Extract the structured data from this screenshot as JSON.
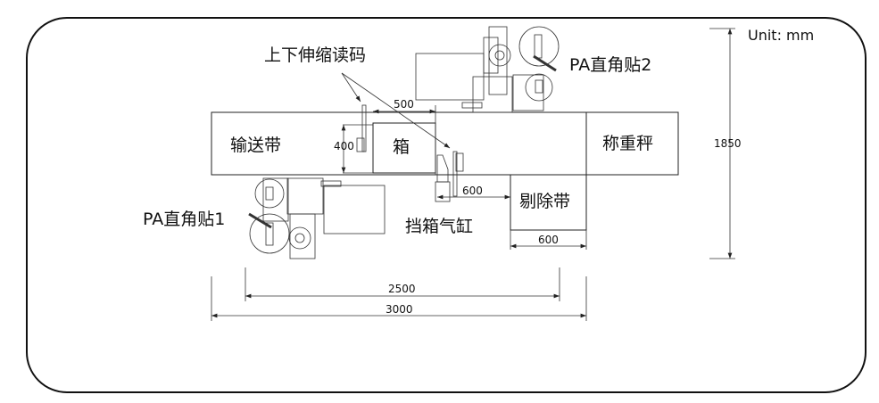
{
  "unit_label": "Unit: mm",
  "components": {
    "conveyor": "输送带",
    "box": "箱",
    "scale": "称重秤",
    "reject_belt": "剔除带",
    "code_reader": "上下伸缩读码",
    "labeler_1": "PA直角贴1",
    "labeler_2": "PA直角贴2",
    "stop_cylinder": "挡箱气缸"
  },
  "dimensions": {
    "box_length": "500",
    "box_height": "400",
    "cylinder_to_reject": "600",
    "reject_width": "600",
    "labeler_span": "2500",
    "total_length": "3000",
    "total_width": "1850"
  }
}
